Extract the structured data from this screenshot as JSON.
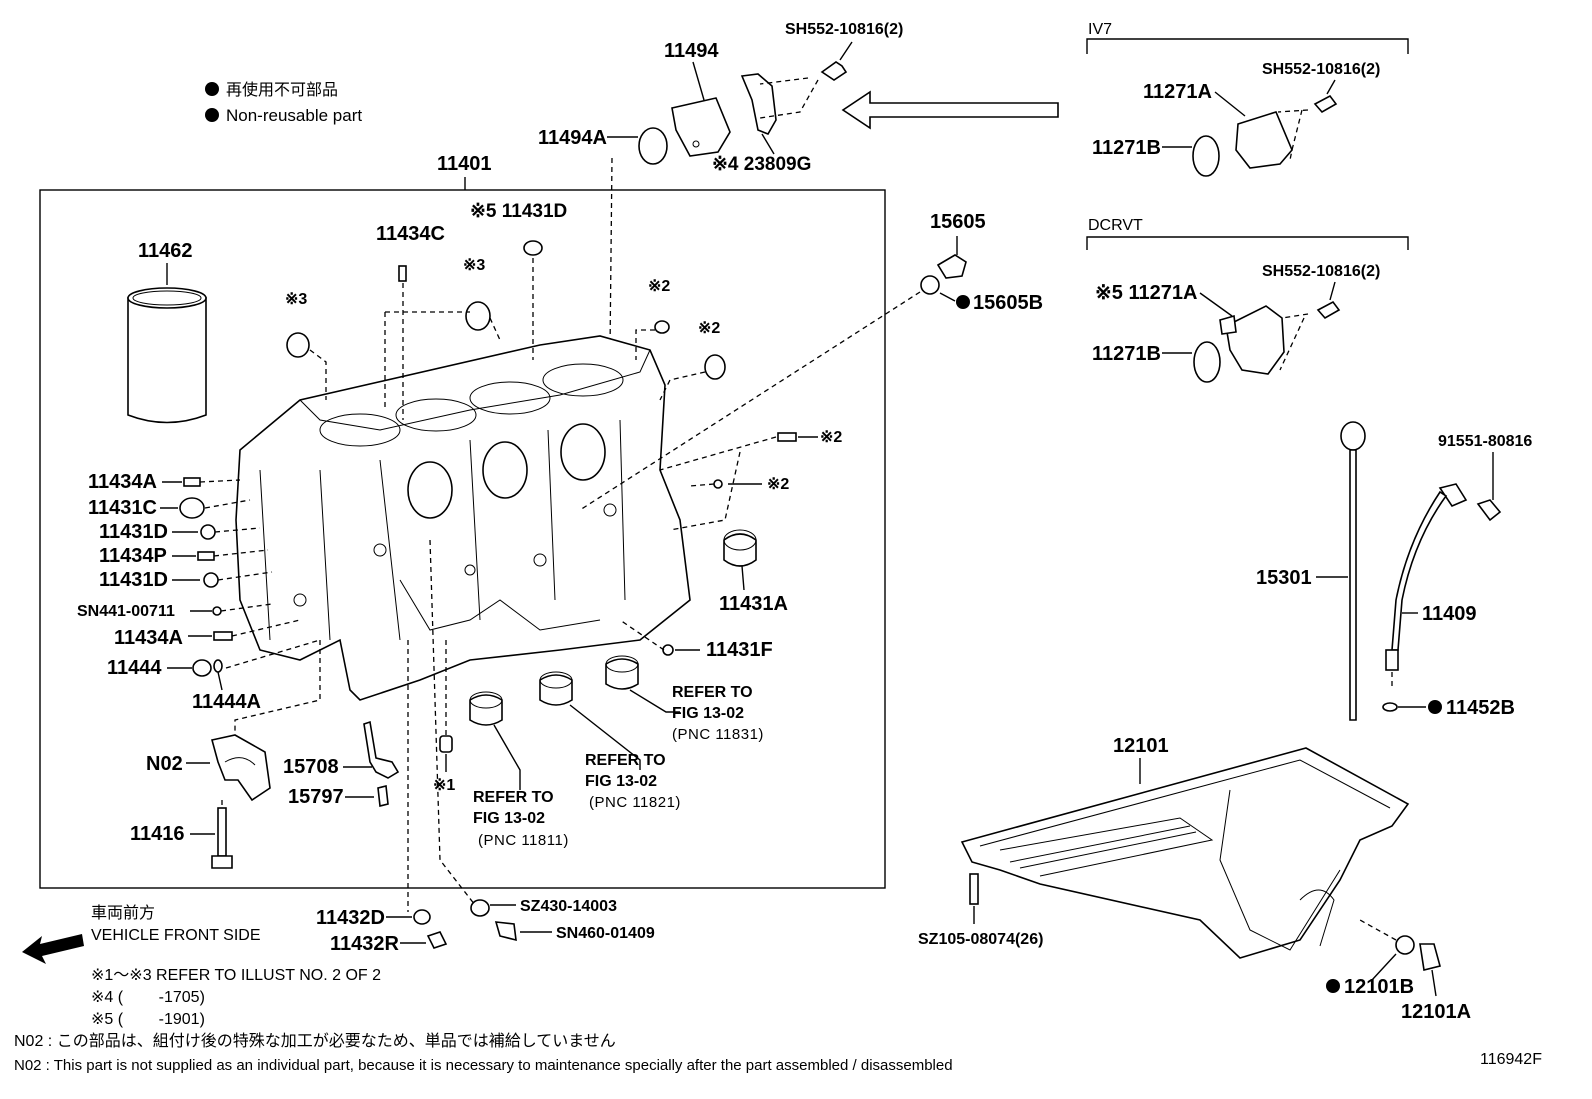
{
  "legend": {
    "jp": "再使用不可部品",
    "en": "Non-reusable part"
  },
  "direction": {
    "jp": "車両前方",
    "en": "VEHICLE FRONT SIDE"
  },
  "notes": {
    "n1": "※1～※3  REFER TO ILLUST NO. 2 OF 2",
    "n4": "※4 (        -1705)",
    "n5": "※5 (        -1901)",
    "n02_jp": "N02 : この部品は、組付け後の特殊な加工が必要なため、単品では補給していません",
    "n02_en": "N02 : This part is not supplied as an individual part, because it is necessary to maintenance specially after the part assembled / disassembled"
  },
  "figure_id": "116942F",
  "groups": {
    "iv7": "IV7",
    "dcrvt": "DCRVT"
  },
  "labels": {
    "p11401": "11401",
    "p11494": "11494",
    "p11494A": "11494A",
    "p23809G": "※4 23809G",
    "bolt_top": "SH552-10816(2)",
    "iv7_bolt": "SH552-10816(2)",
    "iv7_11271A": "11271A",
    "iv7_11271B": "11271B",
    "dc_bolt": "SH552-10816(2)",
    "dc_11271A": "※5 11271A",
    "dc_11271B": "11271B",
    "p11462": "11462",
    "p11434C": "11434C",
    "p11431D_top": "※5 11431D",
    "x3_a": "※3",
    "x3_b": "※3",
    "x2_a": "※2",
    "x2_b": "※2",
    "x2_c": "※2",
    "x2_d": "※2",
    "x1": "※1",
    "p15605": "15605",
    "p15605B": "15605B",
    "p11434A_1": "11434A",
    "p11431C": "11431C",
    "p11431D_1": "11431D",
    "p11434P": "11434P",
    "p11431D_2": "11431D",
    "sn441": "SN441-00711",
    "p11434A_2": "11434A",
    "p11444": "11444",
    "p11444A": "11444A",
    "pN02": "N02",
    "p15708": "15708",
    "p15797": "15797",
    "p11416": "11416",
    "p11431A": "11431A",
    "p11431F": "11431F",
    "p11432D": "11432D",
    "p11432R": "11432R",
    "sz430": "SZ430-14003",
    "sn460": "SN460-01409",
    "p91551": "91551-80816",
    "p15301": "15301",
    "p11409": "11409",
    "p11452B": "11452B",
    "p12101": "12101",
    "sz105": "SZ105-08074(26)",
    "p12101B": "12101B",
    "p12101A": "12101A"
  },
  "refs": [
    {
      "line1": "REFER TO",
      "line2": "FIG 13-02",
      "line3": "(PNC 11831)"
    },
    {
      "line1": "REFER TO",
      "line2": "FIG 13-02",
      "line3": "(PNC 11821)"
    },
    {
      "line1": "REFER TO",
      "line2": "FIG 13-02",
      "line3": "(PNC 11811)"
    }
  ]
}
